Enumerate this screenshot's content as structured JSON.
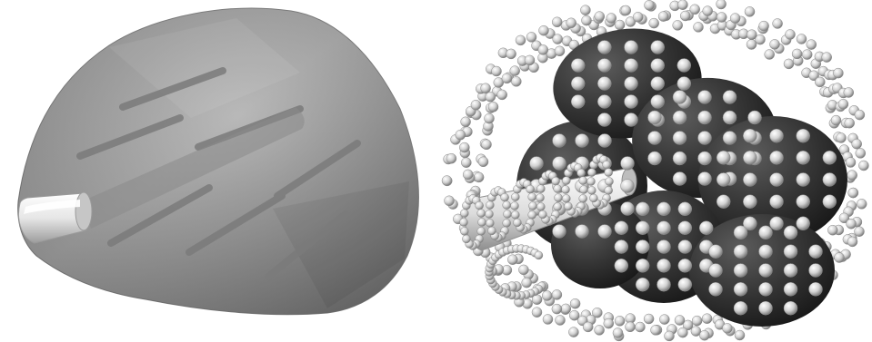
{
  "figure": {
    "panels": [
      {
        "id": "left",
        "subject": "translucent-blob-with-rods-and-tube"
      },
      {
        "id": "right",
        "subject": "dark-ellipsoids-with-bead-spheres-and-tube"
      }
    ]
  },
  "colors": {
    "background": "#ffffff",
    "blob_light": "#a6a6a6",
    "blob_dark": "#6b6b6b",
    "rod": "#7d7d7d",
    "tube_light": "#fafafa",
    "ellipsoid_light": "#5a5a5a",
    "ellipsoid_dark": "#1c1c1c",
    "bead_light": "#ffffff",
    "bead_dark": "#8a8a8a"
  }
}
